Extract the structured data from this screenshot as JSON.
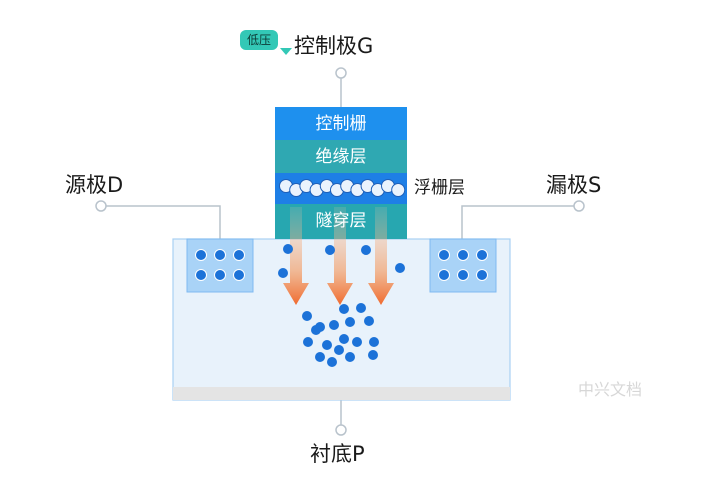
{
  "labels": {
    "gate": "控制极G",
    "source": "源极D",
    "drain": "漏极S",
    "substrate": "衬底P",
    "floating_gate_side": "浮栅层",
    "low_voltage_badge": "低压",
    "watermark": "中兴文档"
  },
  "layers": {
    "control_gate": "控制栅",
    "insulation": "绝缘层",
    "tunnel": "隧穿层"
  },
  "colors": {
    "control_gate": "#1e90ee",
    "insulation": "#2fa8b2",
    "floating_gate": "#1e7fe6",
    "tunnel": "#27a7b0",
    "substrate": "#e8f2fb",
    "electron": "#1c72d8",
    "arrow": "#f06a2e",
    "badge": "#33c8b6",
    "line": "#b9c3cc"
  },
  "icons": {
    "electron": "filled-circle",
    "tunnel_arrow": "down-arrow"
  }
}
